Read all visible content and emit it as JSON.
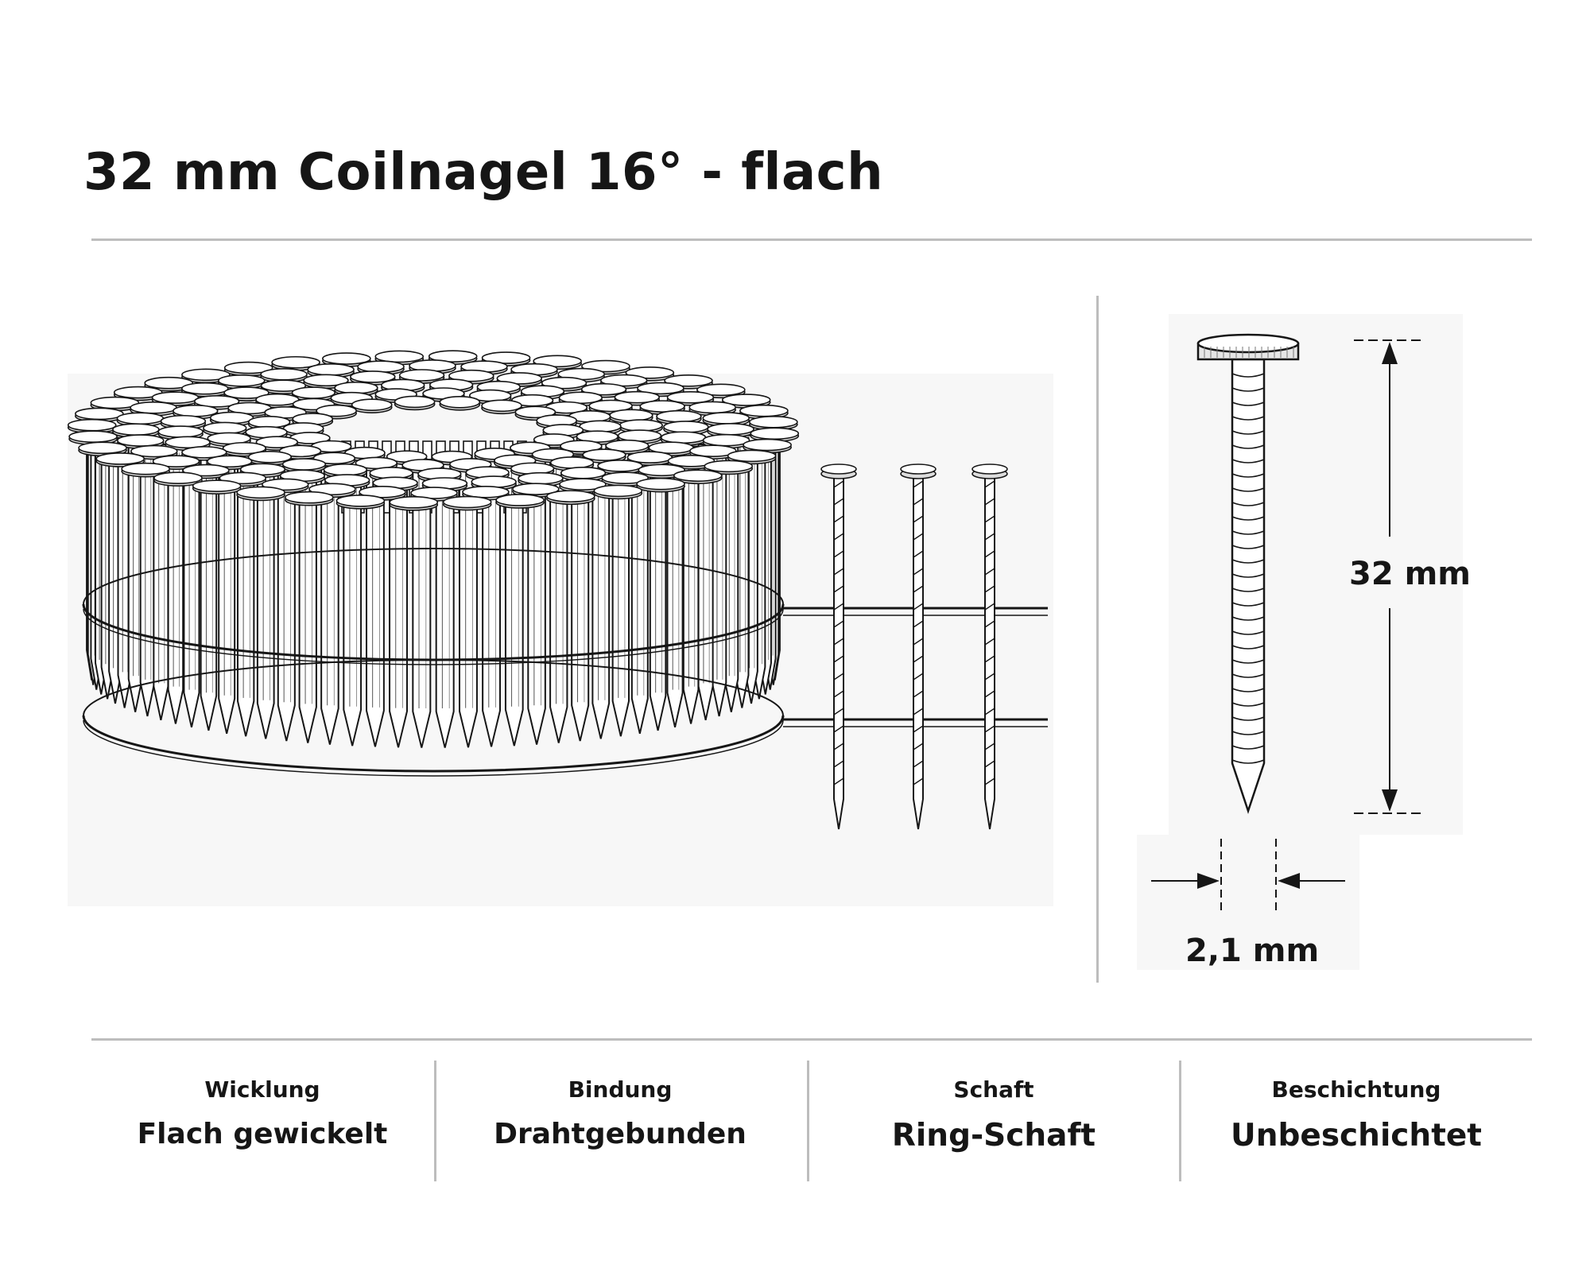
{
  "title": "32 mm Coilnagel 16° - flach",
  "illustration": {
    "coil": "flat-wound wire-collated nail coil",
    "single_nail": "ring-shank flat-head nail"
  },
  "dimensions": {
    "length": "32 mm",
    "diameter": "2,1 mm"
  },
  "specs": [
    {
      "label": "Wicklung",
      "value": "Flach gewickelt"
    },
    {
      "label": "Bindung",
      "value": "Drahtgebunden"
    },
    {
      "label": "Schaft",
      "value": "Ring-Schaft"
    },
    {
      "label": "Beschichtung",
      "value": "Unbeschichtet"
    }
  ],
  "colors": {
    "ink": "#161616",
    "rule": "#bdbdbd",
    "background": "#ffffff"
  }
}
